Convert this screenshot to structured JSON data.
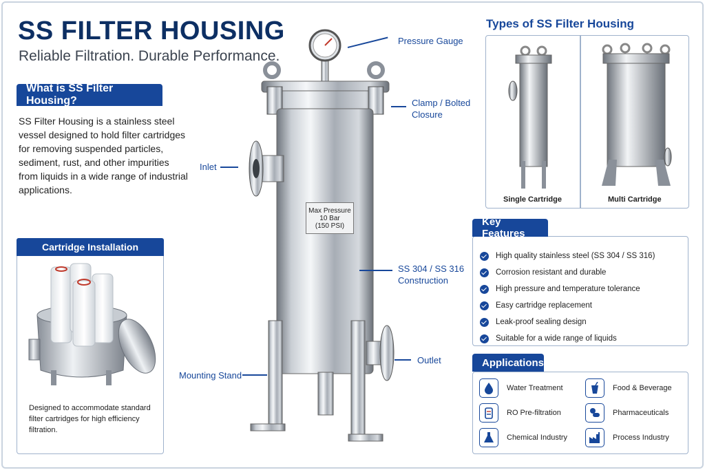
{
  "header": {
    "title": "SS FILTER HOUSING",
    "subtitle": "Reliable Filtration. Durable Performance."
  },
  "what": {
    "heading": "What is SS Filter Housing?",
    "body": "SS Filter Housing is a stainless steel vessel designed to hold filter cartridges for removing suspended particles, sediment, rust, and other impurities from liquids in a wide range of industrial applications."
  },
  "installation": {
    "heading": "Cartridge Installation",
    "body": "Designed to accommodate standard filter cartridges for high efficiency filtration."
  },
  "callouts": {
    "pressure_gauge": "Pressure Gauge",
    "clamp_line1": "Clamp / Bolted",
    "clamp_line2": "Closure",
    "inlet": "Inlet",
    "construction_line1": "SS 304 / SS 316",
    "construction_line2": "Construction",
    "outlet": "Outlet",
    "mounting_stand": "Mounting Stand"
  },
  "badge": {
    "line1": "Max Pressure",
    "line2": "10 Bar",
    "line3": "(150 PSI)"
  },
  "types": {
    "heading": "Types of SS Filter Housing",
    "single": "Single Cartridge",
    "multi": "Multi Cartridge"
  },
  "key_features": {
    "heading": "Key Features",
    "items": [
      "High quality stainless steel (SS 304 / SS 316)",
      "Corrosion resistant and durable",
      "High pressure and temperature tolerance",
      "Easy cartridge replacement",
      "Leak-proof sealing design",
      "Suitable for a wide range of liquids"
    ]
  },
  "applications": {
    "heading": "Applications",
    "items": [
      {
        "label": "Water Treatment",
        "icon": "water-drop-icon"
      },
      {
        "label": "Food & Beverage",
        "icon": "cup-icon"
      },
      {
        "label": "RO Pre-filtration",
        "icon": "filter-icon"
      },
      {
        "label": "Pharmaceuticals",
        "icon": "capsule-icon"
      },
      {
        "label": "Chemical Industry",
        "icon": "flask-icon"
      },
      {
        "label": "Process Industry",
        "icon": "factory-icon"
      }
    ]
  },
  "colors": {
    "accent": "#17479a",
    "title": "#0d2f63",
    "border": "#9fb2cc"
  }
}
